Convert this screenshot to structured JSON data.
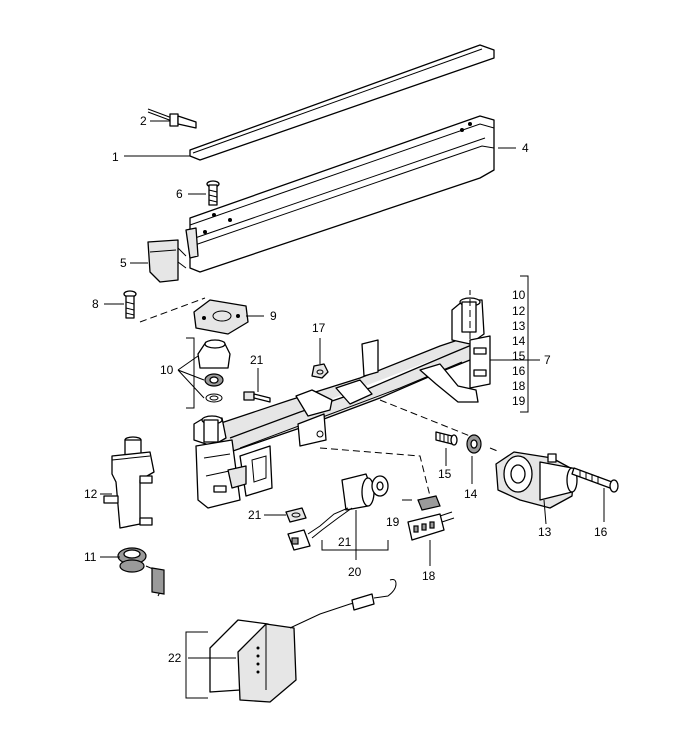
{
  "callouts": {
    "c1": "1",
    "c2": "2",
    "c4": "4",
    "c5": "5",
    "c6": "6",
    "c7": "7",
    "c8": "8",
    "c9": "9",
    "c10": "10",
    "c11": "11",
    "c12": "12",
    "c13": "13",
    "c14": "14",
    "c15": "15",
    "c16": "16",
    "c17": "17",
    "c18": "18",
    "c19": "19",
    "c20": "20",
    "c21a": "21",
    "c21b": "21",
    "c21c": "21",
    "c22": "22"
  },
  "bracket_list": [
    "10",
    "12",
    "13",
    "14",
    "15",
    "16",
    "18",
    "19"
  ]
}
